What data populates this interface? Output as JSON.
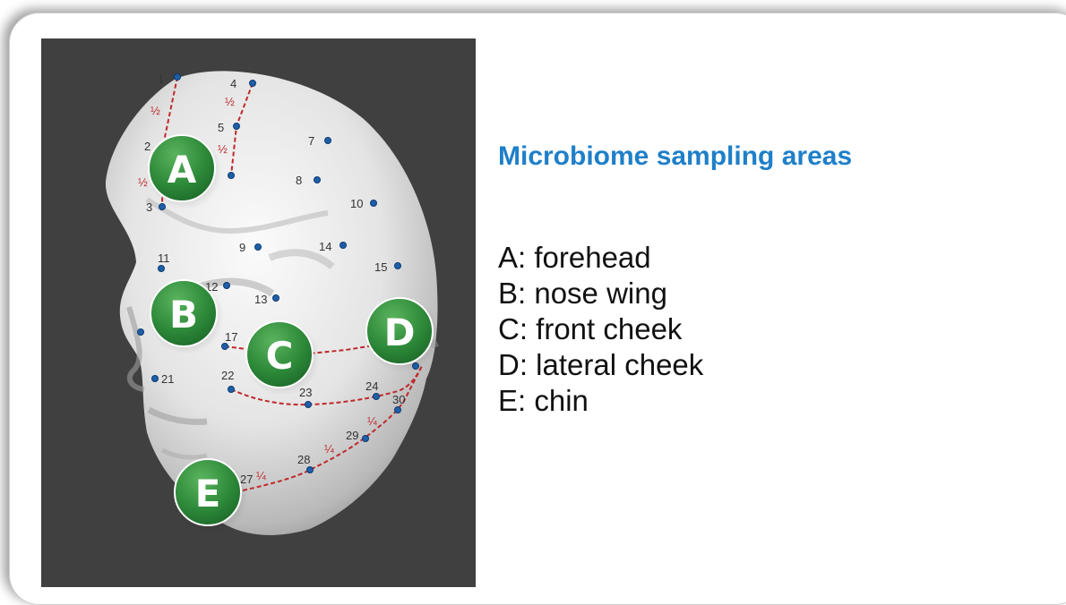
{
  "diagram": {
    "title": "Microbiome sampling areas",
    "legend": [
      {
        "key": "A",
        "text": "A: forehead"
      },
      {
        "key": "B",
        "text": "B: nose wing"
      },
      {
        "key": "C",
        "text": "C: front cheek"
      },
      {
        "key": "D",
        "text": "D: lateral cheek"
      },
      {
        "key": "E",
        "text": "E: chin"
      }
    ],
    "badges": [
      "A",
      "B",
      "C",
      "D",
      "E"
    ],
    "point_labels": [
      "1",
      "2",
      "3",
      "4",
      "5",
      "7",
      "8",
      "9",
      "10",
      "11",
      "12",
      "13",
      "14",
      "15",
      "17",
      "21",
      "22",
      "23",
      "24",
      "27",
      "28",
      "29",
      "30"
    ],
    "fraction_labels": {
      "half": "½",
      "quarter": "¼"
    },
    "colors": {
      "title": "#1f7fc9",
      "badge_green": "#2e8b3a",
      "dashed_line": "#c0282a",
      "point_blue": "#1e5fa8",
      "photo_background": "#404040"
    }
  }
}
